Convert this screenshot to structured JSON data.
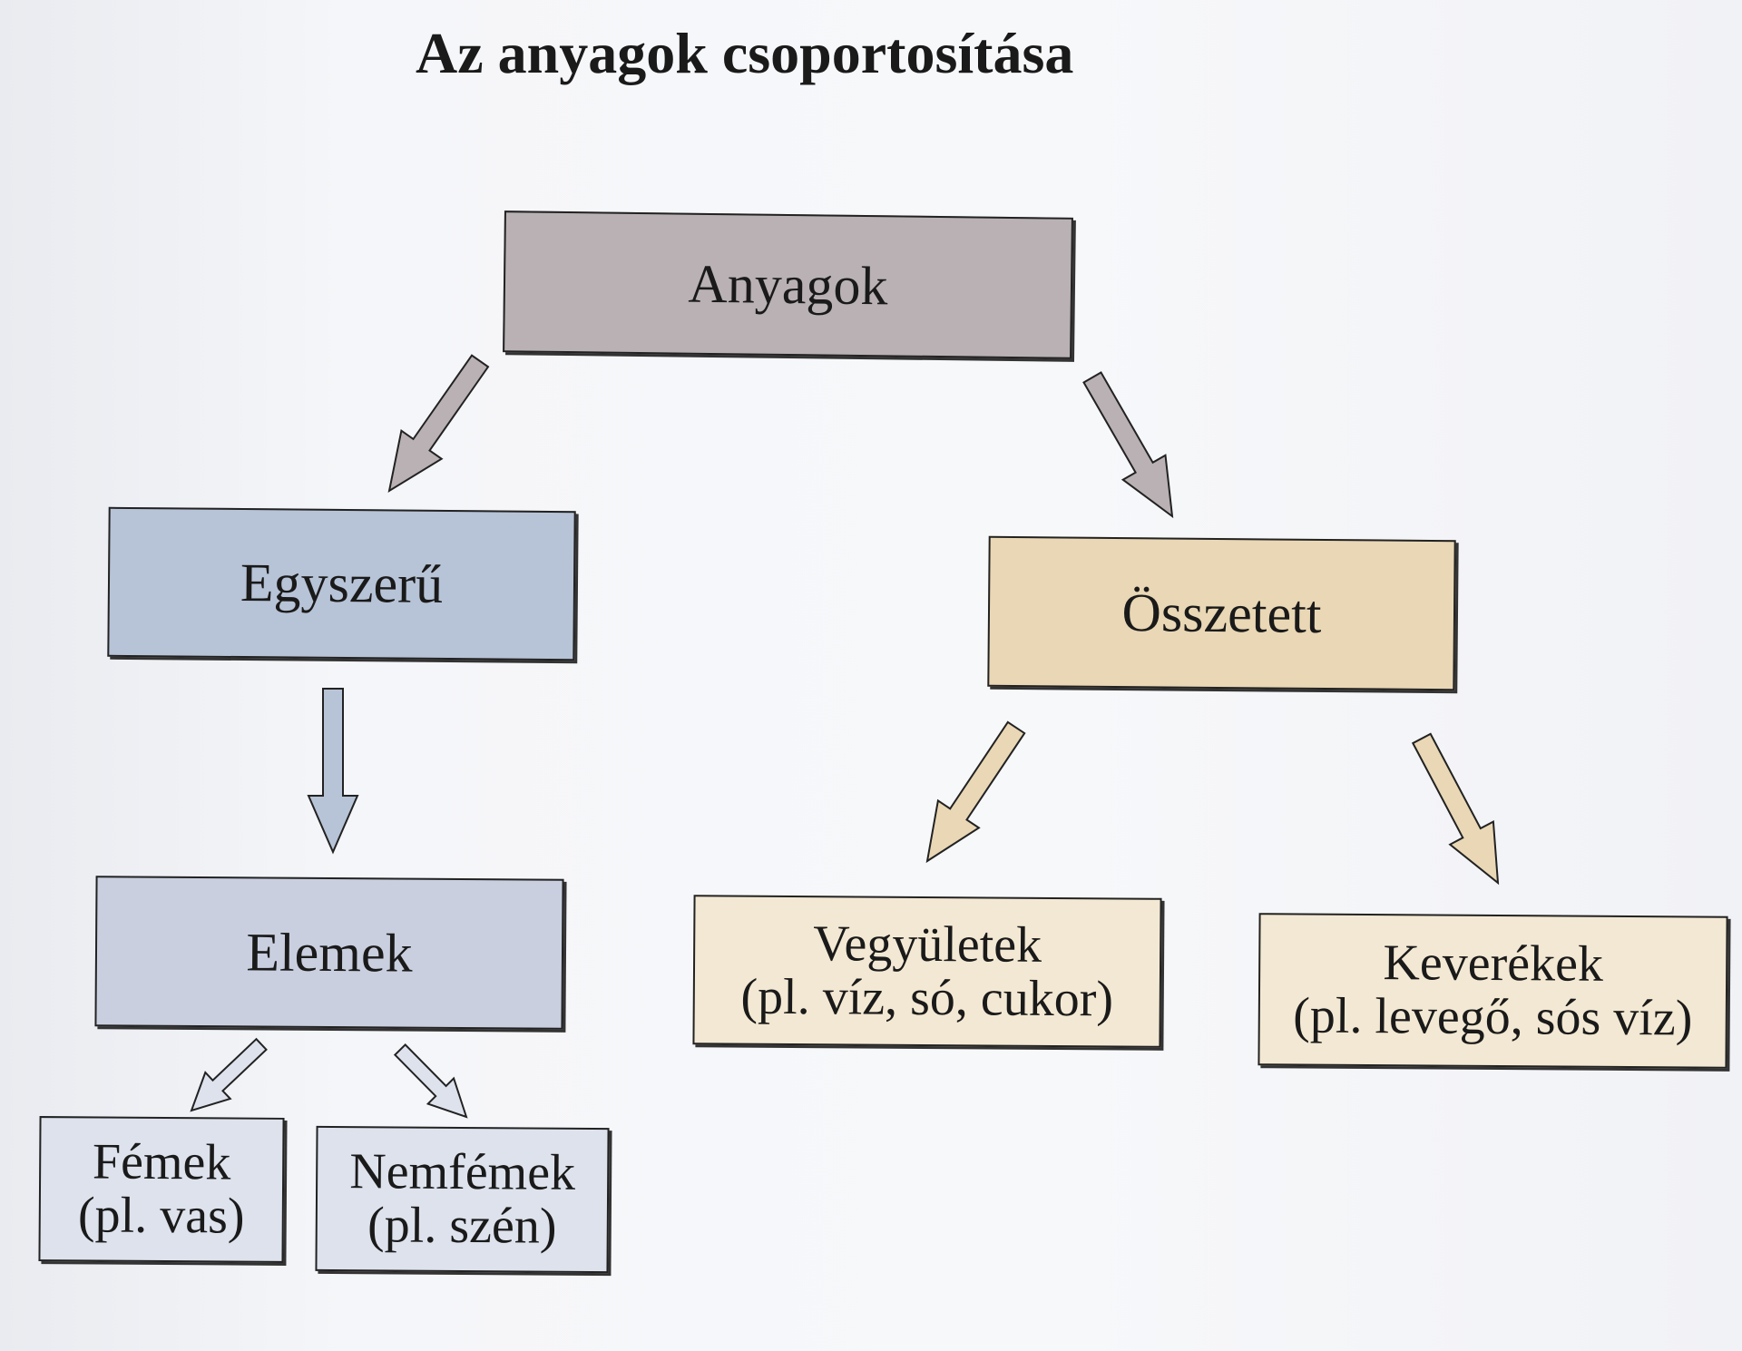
{
  "title": "Az anyagok csoportosítása",
  "nodes": {
    "anyagok": {
      "label": "Anyagok"
    },
    "egyszeru": {
      "label": "Egyszerű"
    },
    "osszetett": {
      "label": "Összetett"
    },
    "elemek": {
      "label": "Elemek"
    },
    "vegyuletek": {
      "label": "Vegyületek",
      "example": "(pl. víz, só, cukor)"
    },
    "keverekek": {
      "label": "Keverékek",
      "example": "(pl. levegő, sós víz)"
    },
    "femek": {
      "label": "Fémek",
      "example": "(pl. vas)"
    },
    "nemfemek": {
      "label": "Nemfémek",
      "example": "(pl. szén)"
    }
  },
  "edges": [
    {
      "from": "Anyagok",
      "to": "Egyszerű"
    },
    {
      "from": "Anyagok",
      "to": "Összetett"
    },
    {
      "from": "Egyszerű",
      "to": "Elemek"
    },
    {
      "from": "Összetett",
      "to": "Vegyületek"
    },
    {
      "from": "Összetett",
      "to": "Keverékek"
    },
    {
      "from": "Elemek",
      "to": "Fémek"
    },
    {
      "from": "Elemek",
      "to": "Nemfémek"
    }
  ],
  "colors": {
    "root": "#b9b1b4",
    "simple": "#b7c3d6",
    "simple_light": "#c9cfdf",
    "simple_lighter": "#dde2ec",
    "compound": "#e9d7b5",
    "compound_light": "#f3e8d3"
  }
}
